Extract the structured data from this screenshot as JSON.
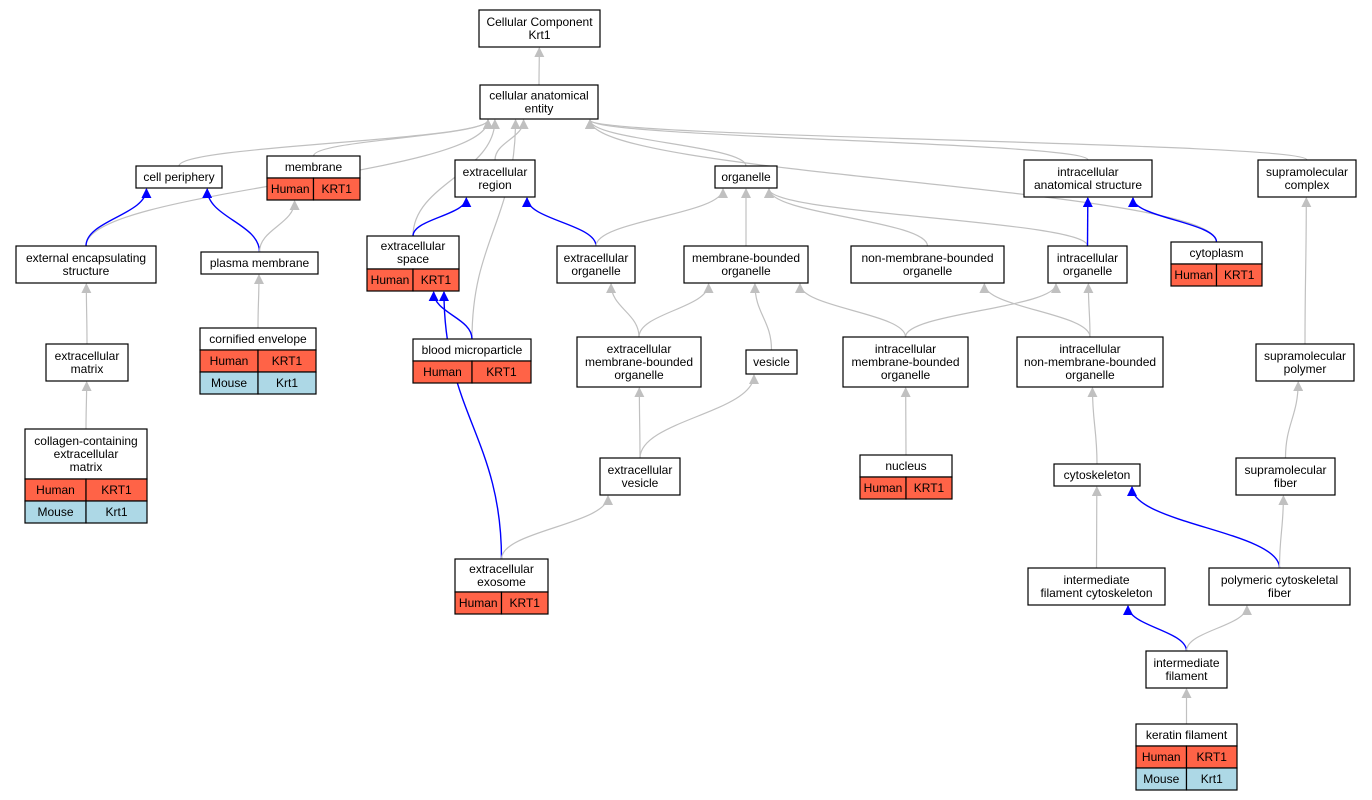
{
  "colors": {
    "human": "#ff6347",
    "mouse": "#add8e6",
    "edge_gray": "#c0c0c0",
    "edge_blue": "#0000ff",
    "border": "#000000",
    "background": "#ffffff"
  },
  "nodes": {
    "root": {
      "lines": [
        "Cellular Component",
        "Krt1"
      ]
    },
    "cae": {
      "lines": [
        "cellular anatomical",
        "entity"
      ]
    },
    "cell_periphery": {
      "lines": [
        "cell periphery"
      ]
    },
    "membrane": {
      "lines": [
        "membrane"
      ],
      "annotations": [
        [
          "Human",
          "KRT1"
        ]
      ]
    },
    "ext_region": {
      "lines": [
        "extracellular",
        "region"
      ]
    },
    "organelle": {
      "lines": [
        "organelle"
      ]
    },
    "iae": {
      "lines": [
        "intracellular",
        "anatomical structure"
      ]
    },
    "supra_complex": {
      "lines": [
        "supramolecular",
        "complex"
      ]
    },
    "ext_encaps": {
      "lines": [
        "external encapsulating",
        "structure"
      ]
    },
    "plasma_membrane": {
      "lines": [
        "plasma membrane"
      ]
    },
    "ext_space": {
      "lines": [
        "extracellular",
        "space"
      ],
      "annotations": [
        [
          "Human",
          "KRT1"
        ]
      ]
    },
    "ext_organelle": {
      "lines": [
        "extracellular",
        "organelle"
      ]
    },
    "mbo": {
      "lines": [
        "membrane-bounded",
        "organelle"
      ]
    },
    "nmbo": {
      "lines": [
        "non-membrane-bounded",
        "organelle"
      ]
    },
    "intra_organelle": {
      "lines": [
        "intracellular",
        "organelle"
      ]
    },
    "cytoplasm": {
      "lines": [
        "cytoplasm"
      ],
      "annotations": [
        [
          "Human",
          "KRT1"
        ]
      ]
    },
    "ecm": {
      "lines": [
        "extracellular",
        "matrix"
      ]
    },
    "cornified": {
      "lines": [
        "cornified envelope"
      ],
      "annotations": [
        [
          "Human",
          "KRT1"
        ],
        [
          "Mouse",
          "Krt1"
        ]
      ]
    },
    "blood_mp": {
      "lines": [
        "blood microparticle"
      ],
      "annotations": [
        [
          "Human",
          "KRT1"
        ]
      ]
    },
    "ext_mbo": {
      "lines": [
        "extracellular",
        "membrane-bounded",
        "organelle"
      ]
    },
    "vesicle": {
      "lines": [
        "vesicle"
      ]
    },
    "intra_mbo": {
      "lines": [
        "intracellular",
        "membrane-bounded",
        "organelle"
      ]
    },
    "intra_nmbo": {
      "lines": [
        "intracellular",
        "non-membrane-bounded",
        "organelle"
      ]
    },
    "supra_polymer": {
      "lines": [
        "supramolecular",
        "polymer"
      ]
    },
    "collagen_ecm": {
      "lines": [
        "collagen-containing",
        "extracellular",
        "matrix"
      ],
      "annotations": [
        [
          "Human",
          "KRT1"
        ],
        [
          "Mouse",
          "Krt1"
        ]
      ]
    },
    "ext_vesicle": {
      "lines": [
        "extracellular",
        "vesicle"
      ]
    },
    "nucleus": {
      "lines": [
        "nucleus"
      ],
      "annotations": [
        [
          "Human",
          "KRT1"
        ]
      ]
    },
    "cytoskeleton": {
      "lines": [
        "cytoskeleton"
      ]
    },
    "supra_fiber": {
      "lines": [
        "supramolecular",
        "fiber"
      ]
    },
    "exosome": {
      "lines": [
        "extracellular",
        "exosome"
      ],
      "annotations": [
        [
          "Human",
          "KRT1"
        ]
      ]
    },
    "if_cytoskeleton": {
      "lines": [
        "intermediate",
        "filament cytoskeleton"
      ]
    },
    "poly_cyto_fiber": {
      "lines": [
        "polymeric cytoskeletal",
        "fiber"
      ]
    },
    "if": {
      "lines": [
        "intermediate",
        "filament"
      ]
    },
    "keratin": {
      "lines": [
        "keratin filament"
      ],
      "annotations": [
        [
          "Human",
          "KRT1"
        ],
        [
          "Mouse",
          "Krt1"
        ]
      ]
    }
  },
  "edges": [
    {
      "from": "cae",
      "to": "root",
      "color": "gray"
    },
    {
      "from": "cell_periphery",
      "to": "cae",
      "color": "gray"
    },
    {
      "from": "membrane",
      "to": "cae",
      "color": "gray"
    },
    {
      "from": "ext_region",
      "to": "cae",
      "color": "gray"
    },
    {
      "from": "organelle",
      "to": "cae",
      "color": "gray"
    },
    {
      "from": "iae",
      "to": "cae",
      "color": "gray"
    },
    {
      "from": "supra_complex",
      "to": "cae",
      "color": "gray"
    },
    {
      "from": "ext_encaps",
      "to": "cae",
      "color": "gray"
    },
    {
      "from": "ext_space",
      "to": "cae",
      "color": "gray"
    },
    {
      "from": "blood_mp",
      "to": "cae",
      "color": "gray"
    },
    {
      "from": "cytoplasm",
      "to": "cae",
      "color": "gray"
    },
    {
      "from": "ext_encaps",
      "to": "cell_periphery",
      "color": "blue"
    },
    {
      "from": "plasma_membrane",
      "to": "cell_periphery",
      "color": "blue"
    },
    {
      "from": "plasma_membrane",
      "to": "membrane",
      "color": "gray"
    },
    {
      "from": "ext_space",
      "to": "ext_region",
      "color": "blue"
    },
    {
      "from": "ext_organelle",
      "to": "ext_region",
      "color": "blue"
    },
    {
      "from": "ext_organelle",
      "to": "organelle",
      "color": "gray"
    },
    {
      "from": "mbo",
      "to": "organelle",
      "color": "gray"
    },
    {
      "from": "nmbo",
      "to": "organelle",
      "color": "gray"
    },
    {
      "from": "intra_organelle",
      "to": "organelle",
      "color": "gray"
    },
    {
      "from": "intra_organelle",
      "to": "iae",
      "color": "blue"
    },
    {
      "from": "cytoplasm",
      "to": "iae",
      "color": "blue"
    },
    {
      "from": "ecm",
      "to": "ext_encaps",
      "color": "gray"
    },
    {
      "from": "cornified",
      "to": "plasma_membrane",
      "color": "gray"
    },
    {
      "from": "blood_mp",
      "to": "ext_space",
      "color": "blue"
    },
    {
      "from": "exosome",
      "to": "ext_space",
      "color": "blue"
    },
    {
      "from": "ext_mbo",
      "to": "ext_organelle",
      "color": "gray"
    },
    {
      "from": "ext_mbo",
      "to": "mbo",
      "color": "gray"
    },
    {
      "from": "vesicle",
      "to": "mbo",
      "color": "gray"
    },
    {
      "from": "intra_mbo",
      "to": "mbo",
      "color": "gray"
    },
    {
      "from": "intra_mbo",
      "to": "intra_organelle",
      "color": "gray"
    },
    {
      "from": "intra_nmbo",
      "to": "nmbo",
      "color": "gray"
    },
    {
      "from": "intra_nmbo",
      "to": "intra_organelle",
      "color": "gray"
    },
    {
      "from": "supra_polymer",
      "to": "supra_complex",
      "color": "gray"
    },
    {
      "from": "collagen_ecm",
      "to": "ecm",
      "color": "gray"
    },
    {
      "from": "ext_vesicle",
      "to": "ext_mbo",
      "color": "gray"
    },
    {
      "from": "ext_vesicle",
      "to": "vesicle",
      "color": "gray"
    },
    {
      "from": "nucleus",
      "to": "intra_mbo",
      "color": "gray"
    },
    {
      "from": "cytoskeleton",
      "to": "intra_nmbo",
      "color": "gray"
    },
    {
      "from": "supra_fiber",
      "to": "supra_polymer",
      "color": "gray"
    },
    {
      "from": "exosome",
      "to": "ext_vesicle",
      "color": "gray"
    },
    {
      "from": "if_cytoskeleton",
      "to": "cytoskeleton",
      "color": "gray"
    },
    {
      "from": "poly_cyto_fiber",
      "to": "cytoskeleton",
      "color": "blue"
    },
    {
      "from": "poly_cyto_fiber",
      "to": "supra_fiber",
      "color": "gray"
    },
    {
      "from": "if",
      "to": "if_cytoskeleton",
      "color": "blue"
    },
    {
      "from": "if",
      "to": "poly_cyto_fiber",
      "color": "gray"
    },
    {
      "from": "keratin",
      "to": "if",
      "color": "gray"
    }
  ]
}
